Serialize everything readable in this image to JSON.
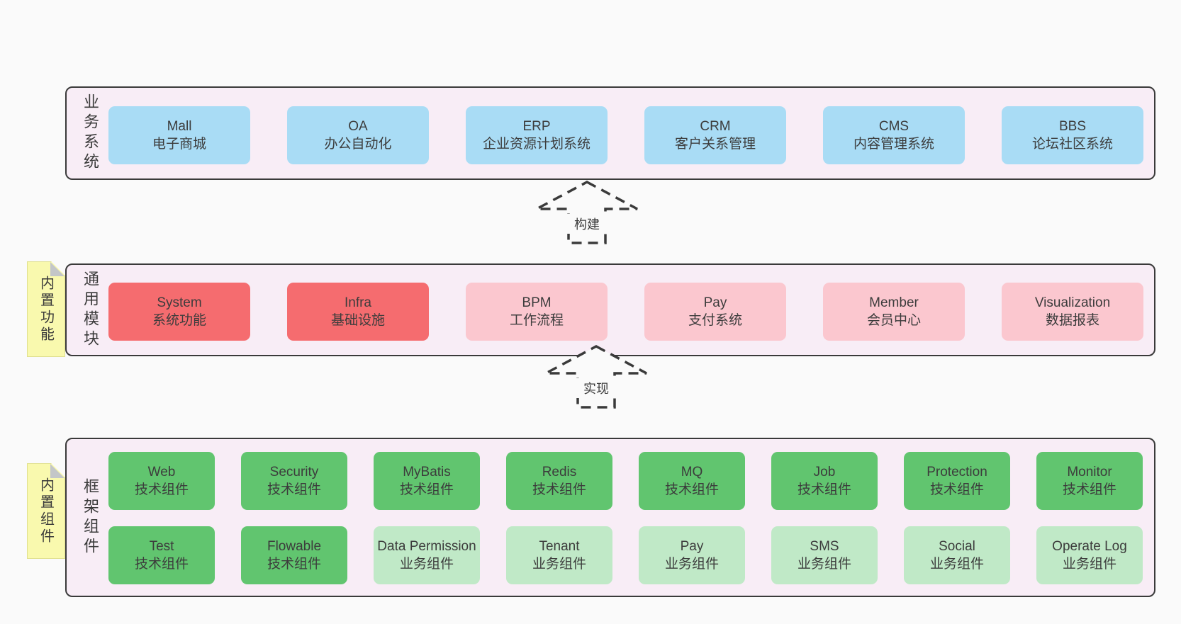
{
  "colors": {
    "page_bg": "#fafafa",
    "panel_bg": "#f8edf6",
    "panel_border": "#3a3a3a",
    "blue": "#a9dcf5",
    "red": "#f56c6f",
    "pink": "#fbc7cf",
    "green": "#61c56f",
    "light_green": "#c0e9c7",
    "note_yellow": "#f9f9ae",
    "note_fold_gray": "#c3c6c8",
    "text": "#3c3c3c"
  },
  "arrows": [
    {
      "label": "构建"
    },
    {
      "label": "实现"
    }
  ],
  "layers": {
    "business": {
      "label": "业务系统",
      "boxes": [
        {
          "en": "Mall",
          "zh": "电子商城",
          "variant": "blue"
        },
        {
          "en": "OA",
          "zh": "办公自动化",
          "variant": "blue"
        },
        {
          "en": "ERP",
          "zh": "企业资源计划系统",
          "variant": "blue"
        },
        {
          "en": "CRM",
          "zh": "客户关系管理",
          "variant": "blue"
        },
        {
          "en": "CMS",
          "zh": "内容管理系统",
          "variant": "blue"
        },
        {
          "en": "BBS",
          "zh": "论坛社区系统",
          "variant": "blue"
        }
      ]
    },
    "modules": {
      "label": "通用模块",
      "note": "内置功能",
      "boxes": [
        {
          "en": "System",
          "zh": "系统功能",
          "variant": "red"
        },
        {
          "en": "Infra",
          "zh": "基础设施",
          "variant": "red"
        },
        {
          "en": "BPM",
          "zh": "工作流程",
          "variant": "pink"
        },
        {
          "en": "Pay",
          "zh": "支付系统",
          "variant": "pink"
        },
        {
          "en": "Member",
          "zh": "会员中心",
          "variant": "pink"
        },
        {
          "en": "Visualization",
          "zh": "数据报表",
          "variant": "pink"
        }
      ]
    },
    "framework": {
      "label": "框架组件",
      "note": "内置组件",
      "rows": [
        [
          {
            "en": "Web",
            "zh": "技术组件",
            "variant": "green"
          },
          {
            "en": "Security",
            "zh": "技术组件",
            "variant": "green"
          },
          {
            "en": "MyBatis",
            "zh": "技术组件",
            "variant": "green"
          },
          {
            "en": "Redis",
            "zh": "技术组件",
            "variant": "green"
          },
          {
            "en": "MQ",
            "zh": "技术组件",
            "variant": "green"
          },
          {
            "en": "Job",
            "zh": "技术组件",
            "variant": "green"
          },
          {
            "en": "Protection",
            "zh": "技术组件",
            "variant": "green"
          },
          {
            "en": "Monitor",
            "zh": "技术组件",
            "variant": "green"
          }
        ],
        [
          {
            "en": "Test",
            "zh": "技术组件",
            "variant": "green"
          },
          {
            "en": "Flowable",
            "zh": "技术组件",
            "variant": "green"
          },
          {
            "en": "Data Permission",
            "zh": "业务组件",
            "variant": "light_green"
          },
          {
            "en": "Tenant",
            "zh": "业务组件",
            "variant": "light_green"
          },
          {
            "en": "Pay",
            "zh": "业务组件",
            "variant": "light_green"
          },
          {
            "en": "SMS",
            "zh": "业务组件",
            "variant": "light_green"
          },
          {
            "en": "Social",
            "zh": "业务组件",
            "variant": "light_green"
          },
          {
            "en": "Operate Log",
            "zh": "业务组件",
            "variant": "light_green"
          }
        ]
      ]
    }
  }
}
